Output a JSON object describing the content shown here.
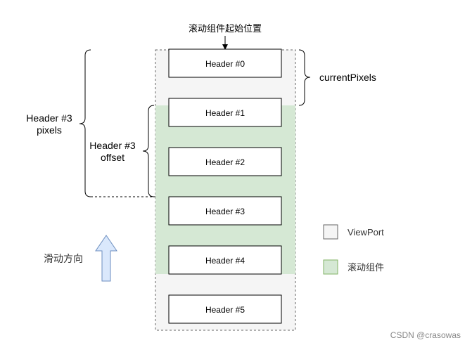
{
  "diagram": {
    "start_label": "滚动组件起始位置",
    "headers": [
      "Header #0",
      "Header #1",
      "Header #2",
      "Header #3",
      "Header #4",
      "Header #5"
    ],
    "current_pixels_label": "currentPixels",
    "header3_pixels_label": [
      "Header #3",
      "pixels"
    ],
    "header3_offset_label": [
      "Header #3",
      "offset"
    ],
    "scroll_direction_label": "滑动方向",
    "legend": [
      {
        "label": "ViewPort",
        "color": "#f5f5f5"
      },
      {
        "label": "滚动组件",
        "color": "#d5e8d4"
      }
    ],
    "watermark": "CSDN @crasowas",
    "colors": {
      "viewport_fill": "#f5f5f5",
      "scroll_fill": "#d5e8d4",
      "arrow_fill": "#dae8fc",
      "arrow_stroke": "#6c8ebf",
      "stroke": "#000000",
      "dash_stroke": "#666666"
    }
  }
}
